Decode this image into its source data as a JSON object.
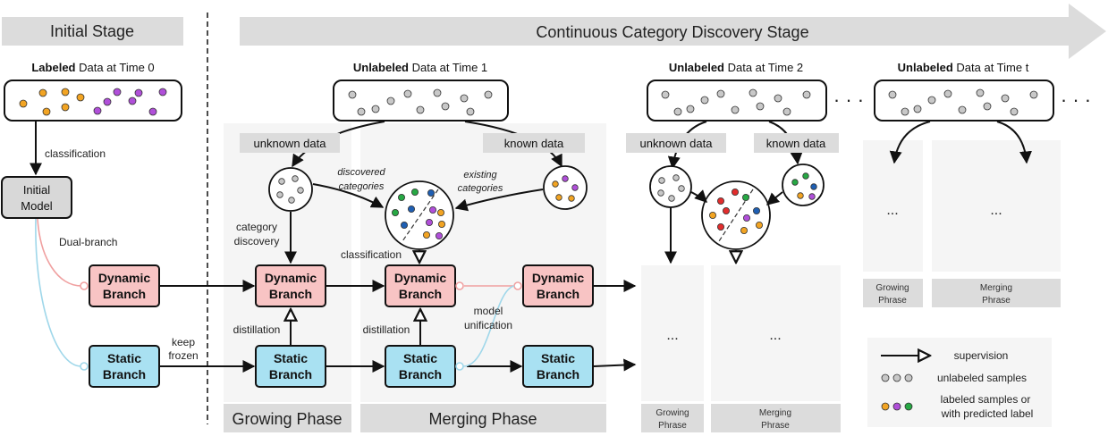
{
  "stages": {
    "initial": "Initial Stage",
    "continuous": "Continuous Category Discovery Stage"
  },
  "data_titles": {
    "t0_bold": "Labeled",
    "t0_rest": " Data at Time 0",
    "t1_bold": "Unlabeled",
    "t1_rest": " Data at Time 1",
    "t2_bold": "Unlabeled",
    "t2_rest": " Data at Time 2",
    "tt_bold": "Unlabeled",
    "tt_rest": " Data at Time t"
  },
  "labels": {
    "classification_left": "classification",
    "initial_model_1": "Initial",
    "initial_model_2": "Model",
    "dual_branch": "Dual-branch",
    "keep": "keep",
    "frozen": "frozen",
    "unknown_data_1": "unknown data",
    "known_data_1": "known data",
    "unknown_data_2": "unknown data",
    "known_data_2": "known data",
    "discovered_1": "discovered",
    "discovered_2": "categories",
    "existing_1": "existing",
    "existing_2": "categories",
    "category_1": "category",
    "category_2": "discovery",
    "classification_mid": "classification",
    "distillation_1": "distillation",
    "distillation_2": "distillation",
    "model_1": "model",
    "model_2": "unification",
    "dynamic_1": "Dynamic",
    "static_1": "Static",
    "branch_word": "Branch",
    "ellipsis": "...",
    "ellipsis_h": "· · ·"
  },
  "phases": {
    "growing": "Growing Phase",
    "merging": "Merging Phase",
    "growing_small_1": "Growing",
    "growing_small_2": "Phrase",
    "merging_small_1": "Merging",
    "merging_small_2": "Phrase"
  },
  "legend": {
    "supervision": "supervision",
    "unlabeled": "unlabeled samples",
    "labeled_1": "labeled samples or",
    "labeled_2": "with predicted label"
  },
  "colors": {
    "dynamic_fill": "#f8c4c4",
    "static_fill": "#a9e1f2",
    "initial_fill": "#d8d8d8",
    "label_bg": "#dcdcdc",
    "phase_bg": "#f5f5f5",
    "orange": "#f2a423",
    "purple": "#b04fd9",
    "green": "#27a844",
    "red": "#e22d2d",
    "blue": "#1f5fb3",
    "gray": "#c8c8c8"
  }
}
